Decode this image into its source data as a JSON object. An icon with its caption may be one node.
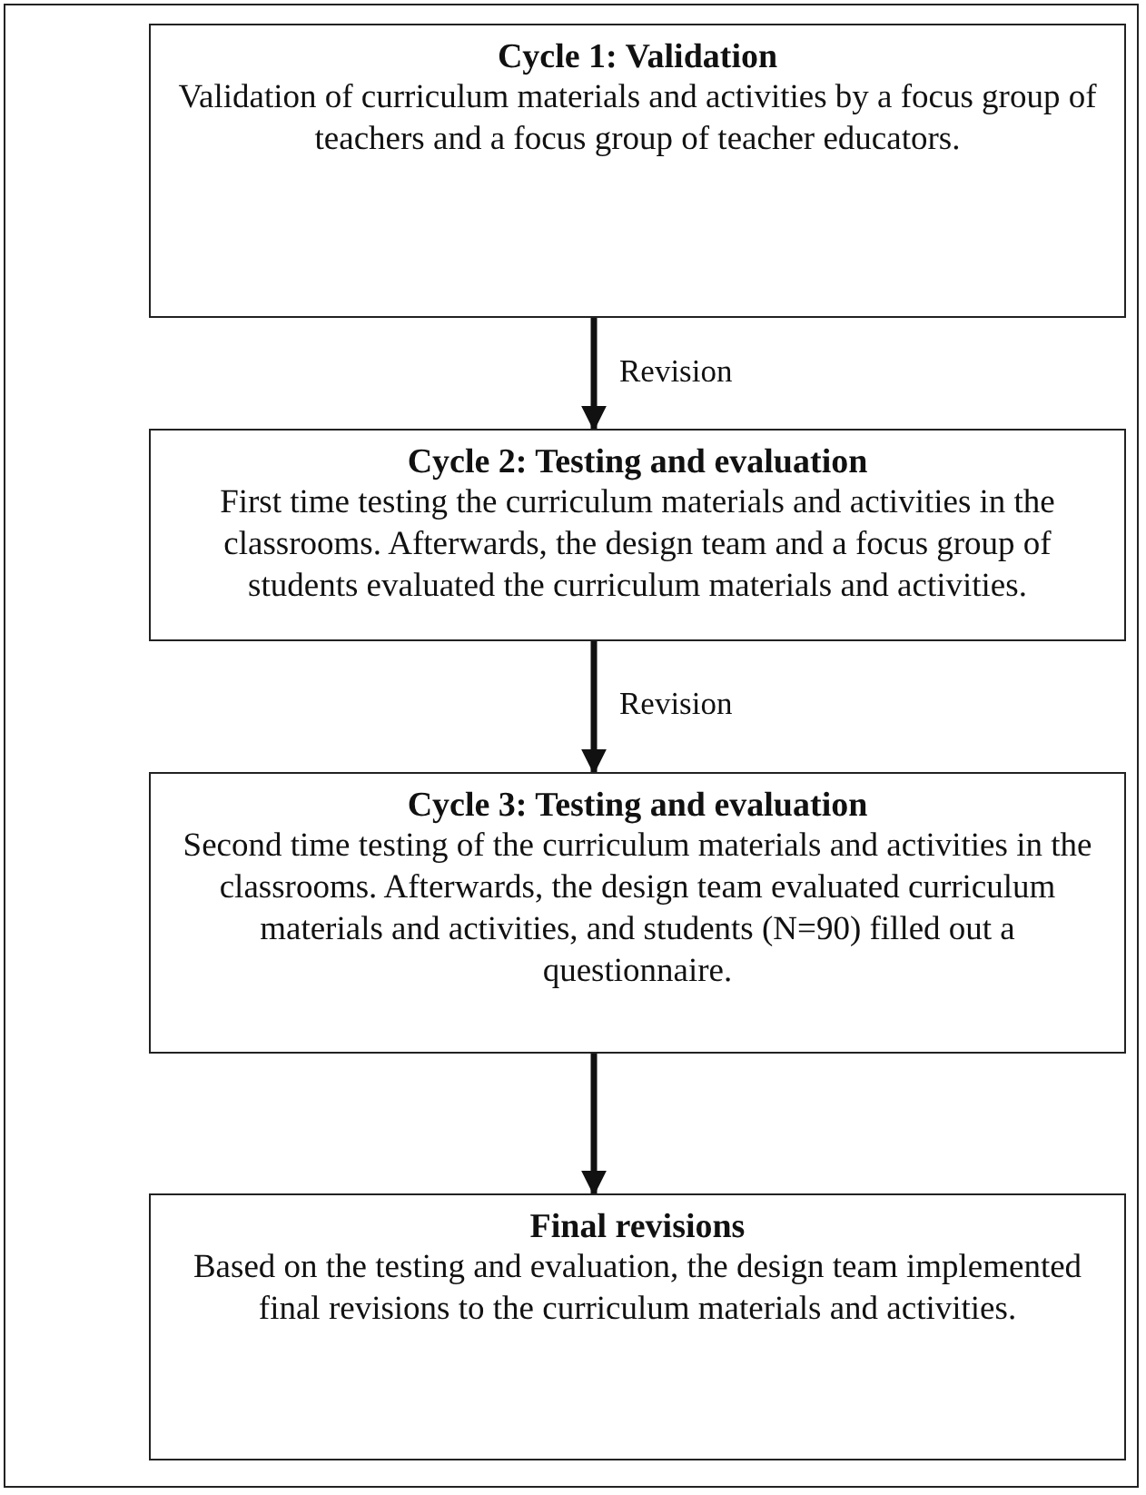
{
  "diagram": {
    "nodes": [
      {
        "text": [
          "Cycle 1: Validation",
          "Validation of curriculum materials and activities by a focus group of teachers and a focus group of teacher educators."
        ]
      },
      {
        "text": [
          "Cycle 2: Testing and evaluation",
          "First time testing the curriculum materials and activities in the classrooms. Afterwards, the design team and a focus group of students evaluated the curriculum materials and activities."
        ]
      },
      {
        "text": [
          "Cycle 3: Testing and evaluation",
          "Second time testing of the curriculum materials and activities in the classrooms. Afterwards, the design team evaluated curriculum materials and activities, and students (N=90) filled out a questionnaire."
        ]
      },
      {
        "text": [
          "Final revisions",
          "Based on the testing and evaluation, the design team implemented final revisions to the curriculum materials and activities."
        ]
      }
    ],
    "edges": [
      {
        "from": 0,
        "to": 1,
        "arrow": "to",
        "label": "Revision"
      },
      {
        "from": 1,
        "to": 2,
        "arrow": "to",
        "label": "Revision"
      },
      {
        "from": 2,
        "to": 3,
        "arrow": "to"
      }
    ]
  }
}
